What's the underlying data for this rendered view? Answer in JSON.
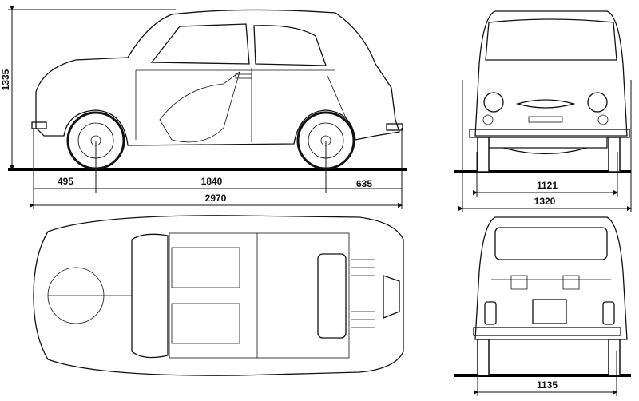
{
  "drawing": {
    "subject": "car-blueprint",
    "views": [
      "side",
      "front",
      "top",
      "rear"
    ]
  },
  "dimensions": {
    "height": "1335",
    "front_overhang": "495",
    "wheelbase": "1840",
    "rear_overhang": "635",
    "length": "2970",
    "front_track": "1121",
    "width": "1320",
    "rear_track": "1135"
  }
}
